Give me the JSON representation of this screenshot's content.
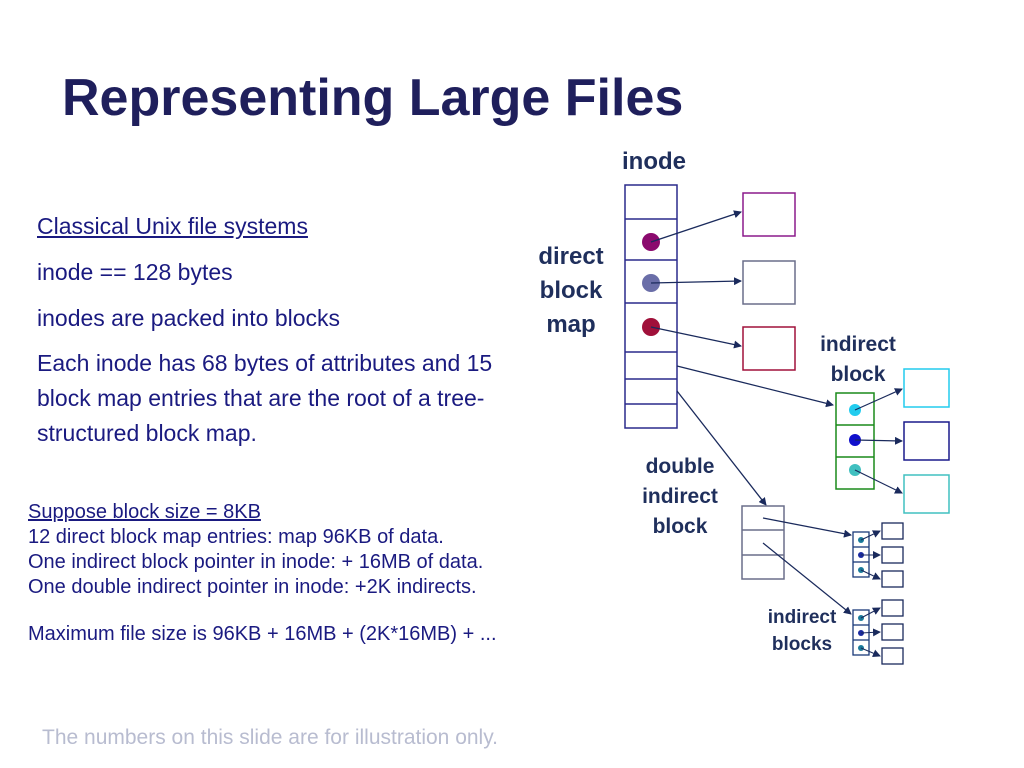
{
  "title": "Representing Large Files",
  "bullets": {
    "heading": "Classical Unix file systems",
    "line1": "inode == 128 bytes",
    "line2": "inodes are packed into blocks",
    "line3": "Each inode has 68 bytes of attributes and 15 block map entries that are the root of a tree-structured block map."
  },
  "example": {
    "heading": "Suppose block size = 8KB",
    "line1": "12 direct block map entries: map 96KB of data.",
    "line2": "One indirect block pointer in inode: + 16MB of data.",
    "line3": "One double indirect pointer in inode: +2K indirects.",
    "max": "Maximum file size is 96KB + 16MB + (2K*16MB) + ..."
  },
  "footnote": "The numbers on this slide are for illustration only.",
  "diagram": {
    "inode_label": "inode",
    "direct_label_1": "direct",
    "direct_label_2": "block",
    "direct_label_3": "map",
    "indirect_label_1": "indirect",
    "indirect_label_2": "block",
    "double_label_1": "double",
    "double_label_2": "indirect",
    "double_label_3": "block",
    "indirect_blocks_label_1": "indirect",
    "indirect_blocks_label_2": "blocks"
  },
  "colors": {
    "inode_border": "#2a2a8c",
    "dot1": "#8b0a6e",
    "dot2": "#6a6ea8",
    "dot3": "#a0103a",
    "box1": "#8b1a8b",
    "box2": "#6a6e8a",
    "box3": "#a0103a",
    "indirect_border": "#1a8a1a",
    "cyan": "#22ccee",
    "blue": "#1010cc",
    "teal": "#40c0c0"
  }
}
